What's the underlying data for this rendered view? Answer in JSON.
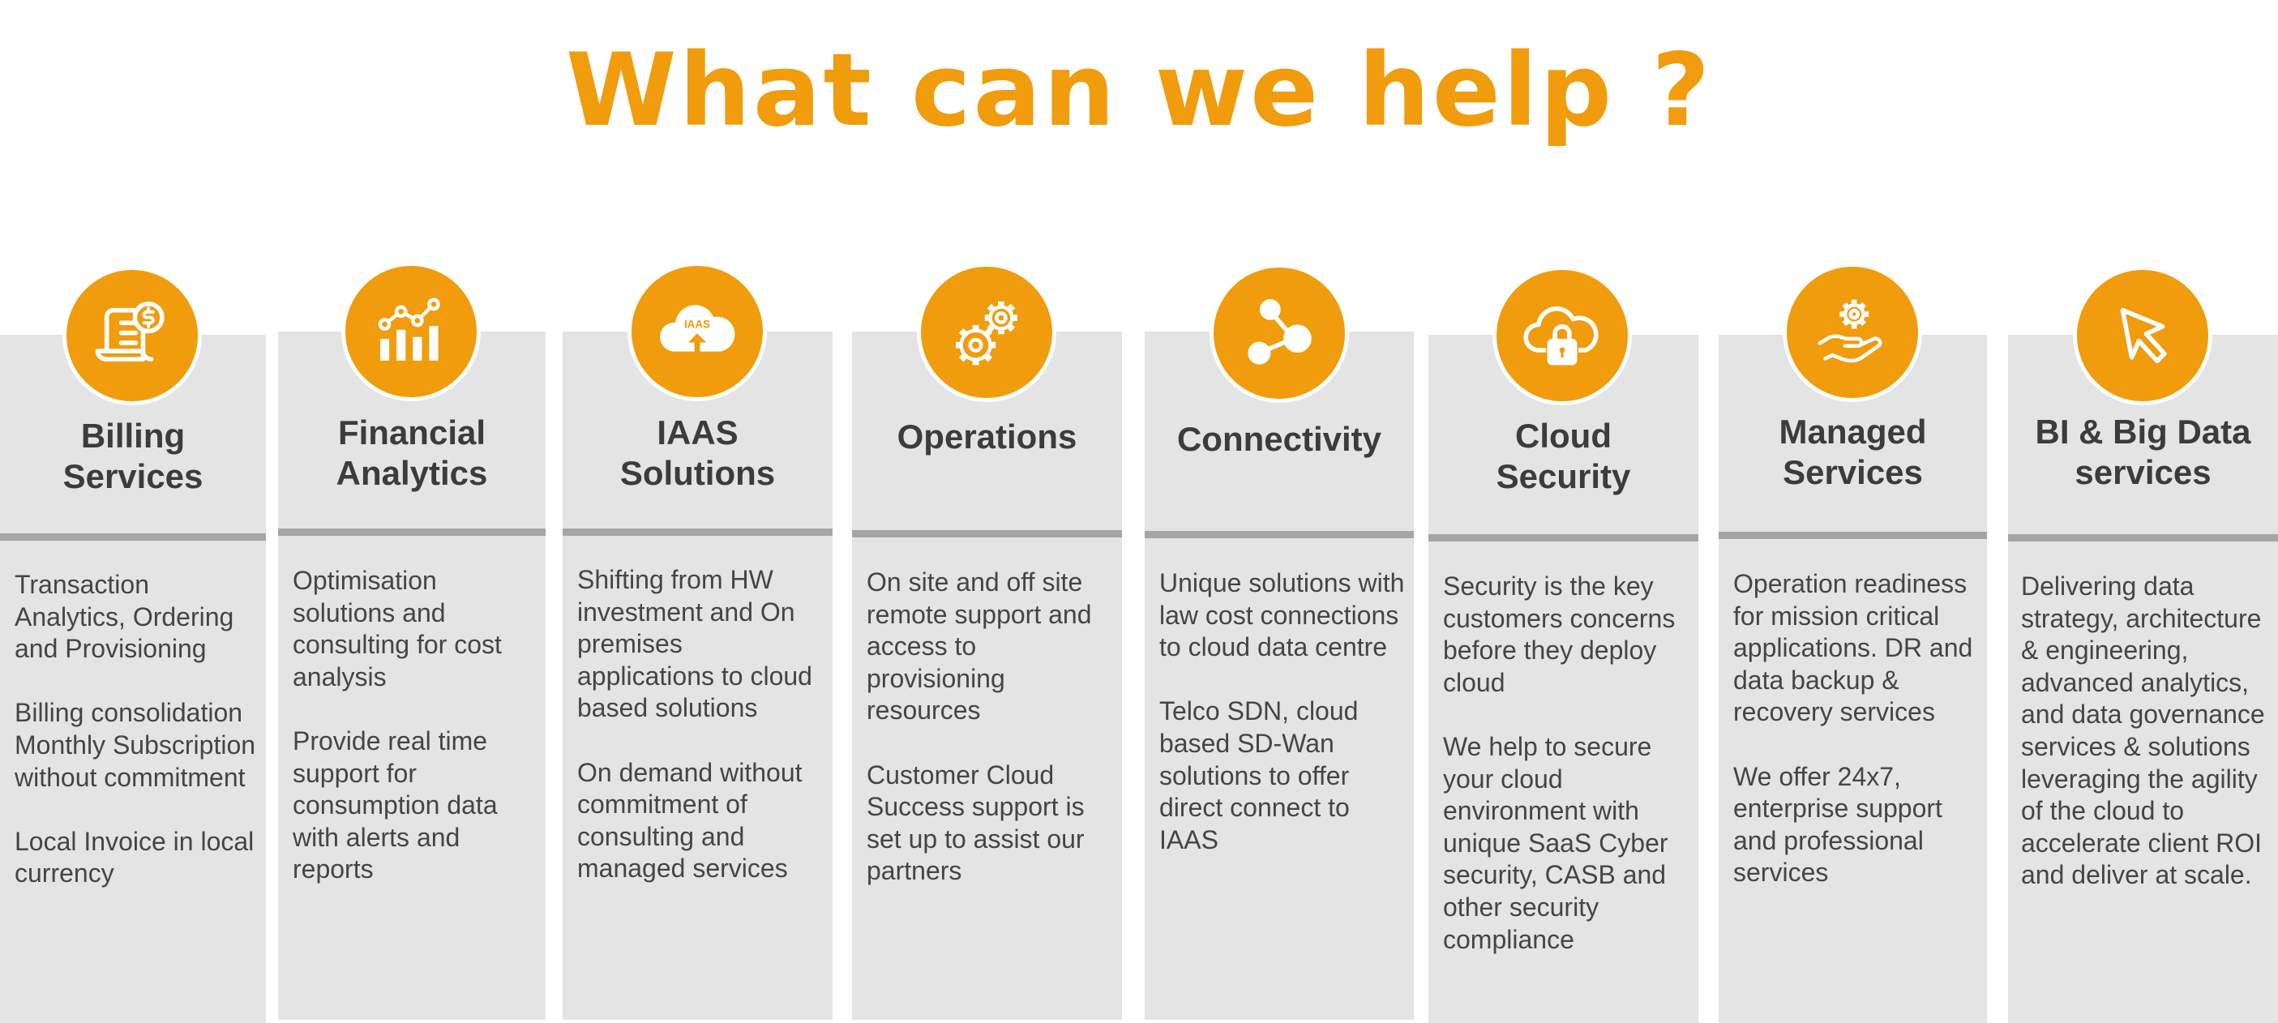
{
  "title": "What can we help ?",
  "colors": {
    "accent": "#f09c0d",
    "card": "#e4e4e4",
    "separator": "#a7a4a5",
    "text": "#454545"
  },
  "cards": [
    {
      "id": "billing",
      "icon": "invoice-dollar-icon",
      "heading": "Billing\nServices",
      "body": "Transaction Analytics, Ordering and Provisioning\n\nBilling consolidation Monthly Subscription without commitment\n\nLocal Invoice in local currency"
    },
    {
      "id": "financial",
      "icon": "analytics-chart-icon",
      "heading": "Financial\nAnalytics",
      "body": "Optimisation solutions and consulting for cost analysis\n\nProvide real time support for consumption data with alerts and reports"
    },
    {
      "id": "iaas",
      "icon": "cloud-upload-icon",
      "icon_label": "IAAS",
      "heading": "IAAS\nSolutions",
      "body": "Shifting from HW investment and On premises applications to cloud based solutions\n\nOn demand without commitment of consulting and managed services"
    },
    {
      "id": "operations",
      "icon": "gears-icon",
      "heading": "Operations",
      "body": "On site and off site remote support and access to provisioning resources\n\nCustomer Cloud Success support is set up to assist our partners"
    },
    {
      "id": "connectivity",
      "icon": "network-nodes-icon",
      "heading": "Connectivity",
      "body": "Unique solutions with law cost connections to cloud data centre\n\nTelco SDN, cloud based SD-Wan solutions to offer direct connect to IAAS"
    },
    {
      "id": "cloud-security",
      "icon": "cloud-lock-icon",
      "heading": "Cloud\nSecurity",
      "body": "Security is the key customers concerns before they deploy cloud\n\nWe help to secure your cloud environment with unique SaaS Cyber security, CASB and other security compliance"
    },
    {
      "id": "managed",
      "icon": "hand-gear-icon",
      "heading": "Managed\nServices",
      "body": "Operation readiness for mission critical applications. DR and data backup & recovery services\n\nWe offer 24x7, enterprise support and professional services"
    },
    {
      "id": "bi",
      "icon": "cursor-arrow-icon",
      "heading": "BI & Big Data\nservices",
      "body": "Delivering data strategy, architecture & engineering, advanced analytics, and data governance services & solutions leveraging the agility of the cloud to accelerate client ROI and deliver at scale."
    }
  ]
}
